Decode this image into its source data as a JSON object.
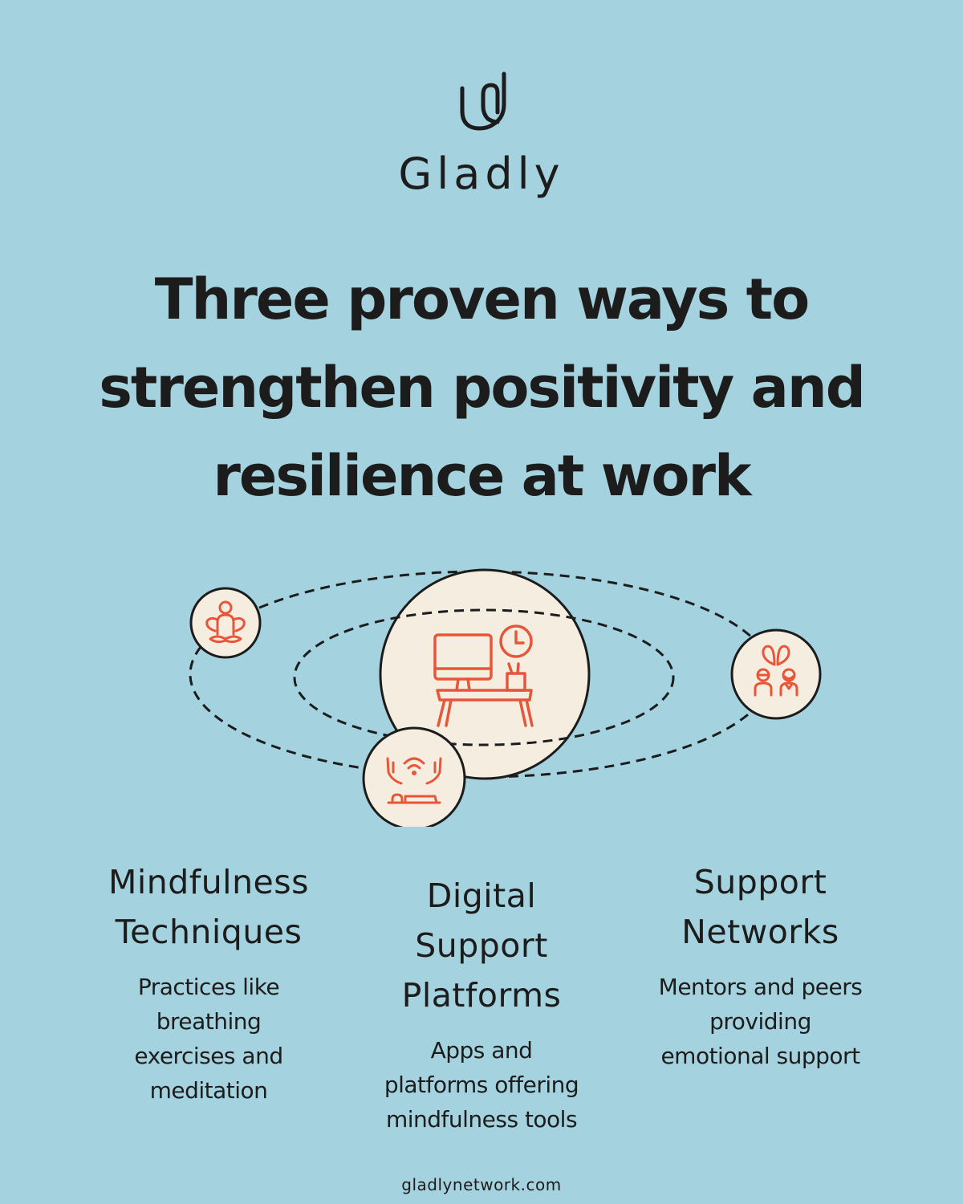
{
  "brand": {
    "name": "Gladly",
    "logo_icon": "paperclip-logo-icon"
  },
  "headline": {
    "lines": [
      "Three proven ways to",
      "strengthen positivity and",
      "resilience at work"
    ]
  },
  "illustration": {
    "center_icon": "desk-computer-clock-icon",
    "orbit_icons": [
      "meditation-icon",
      "wireless-hands-icon",
      "support-people-heart-icon"
    ],
    "colors": {
      "background": "#A4D2DE",
      "circle_fill": "#F5EEE0",
      "icon_stroke": "#E8563A",
      "outline": "#1C1C1C"
    }
  },
  "columns": [
    {
      "title_lines": [
        "Mindfulness",
        "Techniques"
      ],
      "desc_lines": [
        "Practices like",
        "breathing",
        "exercises and",
        "meditation"
      ]
    },
    {
      "title_lines": [
        "Digital",
        "Support",
        "Platforms"
      ],
      "desc_lines": [
        "Apps and",
        "platforms offering",
        "mindfulness tools"
      ]
    },
    {
      "title_lines": [
        "Support",
        "Networks"
      ],
      "desc_lines": [
        "Mentors and peers",
        "providing",
        "emotional support"
      ]
    }
  ],
  "footer": {
    "url": "gladlynetwork.com"
  }
}
